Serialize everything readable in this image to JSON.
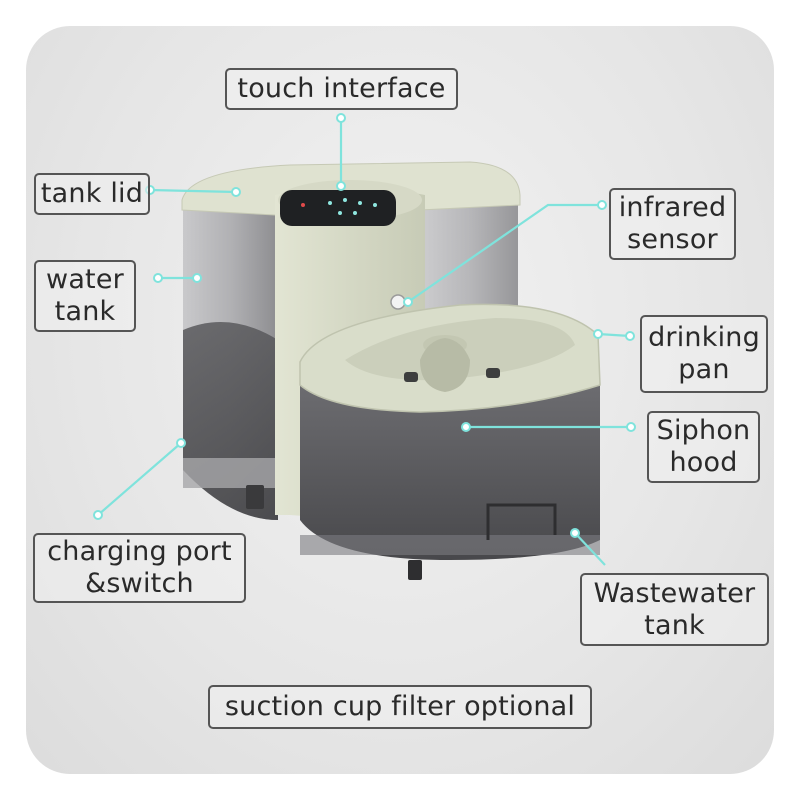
{
  "colors": {
    "leader": "#7fe3dc",
    "label_border": "#555555",
    "product_green": "#d9ddca",
    "tank_smoke": "#8a8a8c"
  },
  "labels": {
    "touch_interface": "touch interface",
    "tank_lid": "tank lid",
    "water_tank": "water\ntank",
    "infrared_sensor": "infrared\nsensor",
    "drinking_pan": "drinking\npan",
    "siphon_hood": "Siphon\nhood",
    "charging_port": "charging port\n&switch",
    "wastewater_tank": "Wastewater\ntank",
    "suction_cup": "suction cup filter optional"
  }
}
